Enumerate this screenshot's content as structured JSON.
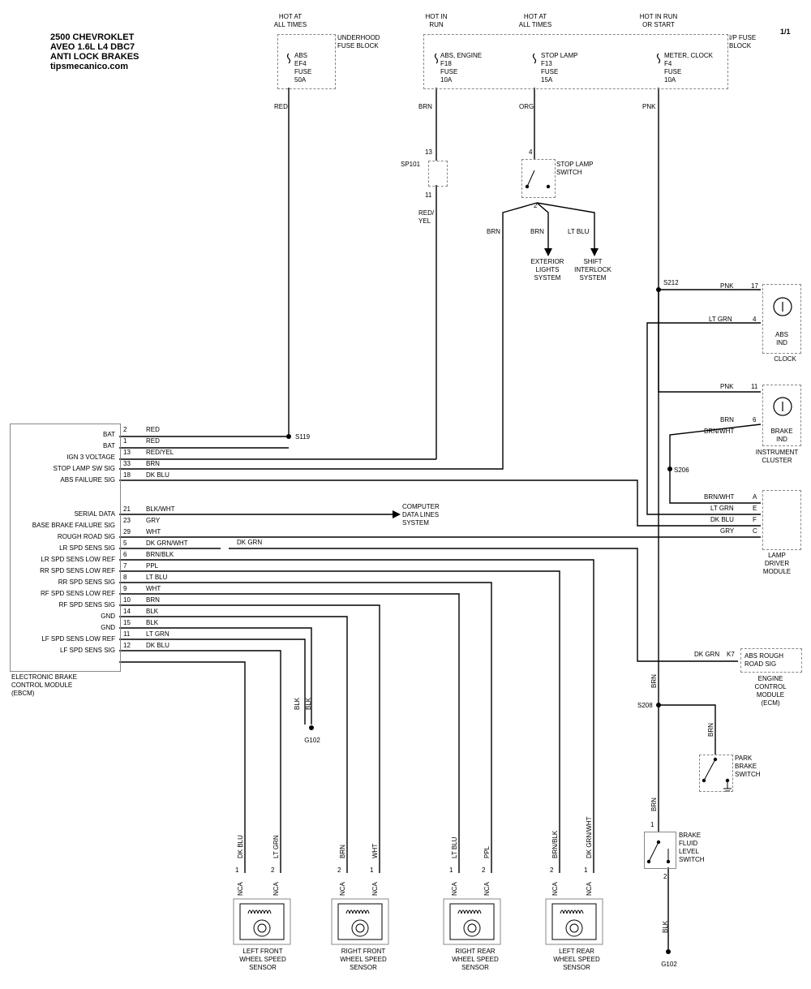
{
  "header": {
    "line1": "2500 CHEVROKLET",
    "line2": "AVEO  1.6L L4 DBC7",
    "line3": "ANTI LOCK BRAKES",
    "site": "tipsmecanico.com",
    "page": "1/1"
  },
  "power": {
    "abs_hot": "HOT AT\nALL TIMES",
    "underhood": "UNDERHOOD\nFUSE BLOCK",
    "abs_fuse": "ABS\nEF4\nFUSE\n50A",
    "run_hot": "HOT IN\nRUN",
    "abs_engine_fuse": "ABS, ENGINE\nF18\nFUSE\n10A",
    "stop_hot": "HOT AT\nALL TIMES",
    "stop_fuse": "STOP LAMP\nF13\nFUSE\n15A",
    "meter_hot": "HOT IN RUN\nOR START",
    "meter_fuse": "METER, CLOCK\nF4\nFUSE\n10A",
    "ip_fuse": "I/P FUSE\nBLOCK"
  },
  "upper": {
    "red": "RED",
    "brn1": "BRN",
    "org": "ORG",
    "pnk": "PNK",
    "pin13": "13",
    "sp101": "SP101",
    "pin11": "11",
    "redyel": "RED/\nYEL",
    "pin4": "4",
    "stop_switch": "STOP LAMP\nSWITCH",
    "pin2": "2",
    "brn_left": "BRN",
    "brn_mid": "BRN",
    "ltblu": "LT BLU",
    "ext_lights": "EXTERIOR\nLIGHTS\nSYSTEM",
    "shift": "SHIFT\nINTERLOCK\nSYSTEM"
  },
  "cluster": {
    "s212": "S212",
    "pnk_a": "PNK",
    "pin17": "17",
    "ltgrn": "LT GRN",
    "pin4": "4",
    "abs_ind": "ABS\nIND",
    "clock": "CLOCK",
    "pnk_b": "PNK",
    "pin11": "11",
    "brn": "BRN",
    "pin6": "6",
    "brnwht": "BRN/WHT",
    "brake_ind": "BRAKE\nIND",
    "instrument": "INSTRUMENT\nCLUSTER",
    "s206": "S206"
  },
  "lamp_driver": {
    "w1": "BRN/WHT",
    "p1": "A",
    "w2": "LT GRN",
    "p2": "E",
    "w3": "DK BLU",
    "p3": "F",
    "w4": "GRY",
    "p4": "C",
    "name": "LAMP DRIVER\nMODULE"
  },
  "ebcm": {
    "name": "ELECTRONIC BRAKE\nCONTROL MODULE\n(EBCM)",
    "s119": "S119",
    "rows": [
      {
        "sig": "BAT",
        "pin": "2",
        "wire": "RED"
      },
      {
        "sig": "BAT",
        "pin": "1",
        "wire": "RED"
      },
      {
        "sig": "IGN 3 VOLTAGE",
        "pin": "13",
        "wire": "RED/YEL"
      },
      {
        "sig": "STOP LAMP SW SIG",
        "pin": "33",
        "wire": "BRN"
      },
      {
        "sig": "ABS FAILURE SIG",
        "pin": "18",
        "wire": "DK BLU"
      },
      {
        "sig": "SERIAL DATA",
        "pin": "21",
        "wire": "BLK/WHT"
      },
      {
        "sig": "BASE BRAKE FAILURE SIG",
        "pin": "23",
        "wire": "GRY"
      },
      {
        "sig": "ROUGH ROAD SIG",
        "pin": "29",
        "wire": "WHT"
      },
      {
        "sig": "LR SPD SENS SIG",
        "pin": "5",
        "wire": "DK GRN/WHT"
      },
      {
        "sig": "LR SPD SENS LOW REF",
        "pin": "6",
        "wire": "BRN/BLK"
      },
      {
        "sig": "RR SPD SENS LOW REF",
        "pin": "7",
        "wire": "PPL"
      },
      {
        "sig": "RR SPD SENS SIG",
        "pin": "8",
        "wire": "LT BLU"
      },
      {
        "sig": "RF SPD SENS LOW REF",
        "pin": "9",
        "wire": "WHT"
      },
      {
        "sig": "RF SPD SENS SIG",
        "pin": "10",
        "wire": "BRN"
      },
      {
        "sig": "GND",
        "pin": "14",
        "wire": "BLK"
      },
      {
        "sig": "GND",
        "pin": "15",
        "wire": "BLK"
      },
      {
        "sig": "LF SPD SENS LOW REF",
        "pin": "11",
        "wire": "LT GRN"
      },
      {
        "sig": "LF SPD SENS SIG",
        "pin": "12",
        "wire": "DK BLU"
      }
    ],
    "computer": "COMPUTER\nDATA LINES\nSYSTEM",
    "dkgrn": "DK GRN"
  },
  "ecm": {
    "wire": "DK GRN",
    "pin": "K7",
    "sig": "ABS ROUGH\nROAD SIG",
    "name": "ENGINE CONTROL\nMODULE (ECM)"
  },
  "ground": {
    "blk1": "BLK",
    "blk2": "BLK",
    "g102": "G102"
  },
  "brake": {
    "brn1": "BRN",
    "s208": "S208",
    "brn2": "BRN",
    "park": "PARK\nBRAKE\nSWITCH",
    "brn3": "BRN",
    "pin1": "1",
    "fluid": "BRAKE\nFLUID\nLEVEL\nSWITCH",
    "pin2": "2",
    "blk": "BLK",
    "g102": "G102"
  },
  "sensors": [
    {
      "name": "LEFT FRONT\nWHEEL SPEED\nSENSOR",
      "wa": "DK BLU",
      "wb": "LT GRN",
      "pa": "1",
      "pb": "2",
      "nca": "NCA",
      "ncb": "NCA"
    },
    {
      "name": "RIGHT FRONT\nWHEEL SPEED\nSENSOR",
      "wa": "BRN",
      "wb": "WHT",
      "pa": "2",
      "pb": "1",
      "nca": "NCA",
      "ncb": "NCA"
    },
    {
      "name": "RIGHT REAR\nWHEEL SPEED\nSENSOR",
      "wa": "LT BLU",
      "wb": "PPL",
      "pa": "1",
      "pb": "2",
      "nca": "NCA",
      "ncb": "NCA"
    },
    {
      "name": "LEFT REAR\nWHEEL SPEED\nSENSOR",
      "wa": "BRN/BLK",
      "wb": "DK GRN/WHT",
      "pa": "2",
      "pb": "1",
      "nca": "NCA",
      "ncb": "NCA"
    }
  ]
}
